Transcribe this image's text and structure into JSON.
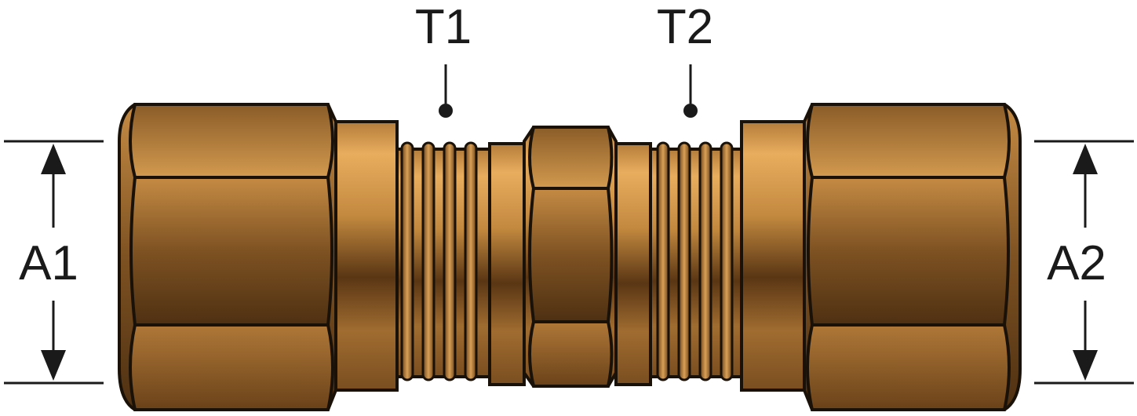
{
  "labels": {
    "t1": "T1",
    "t2": "T2",
    "a1": "A1",
    "a2": "A2"
  },
  "colors": {
    "outline": "#1a1209",
    "brass_light": "#e9ad5e",
    "brass_mid": "#c3893f",
    "brass_dark": "#4a2d10",
    "dimension_line": "#1a1a1a"
  }
}
